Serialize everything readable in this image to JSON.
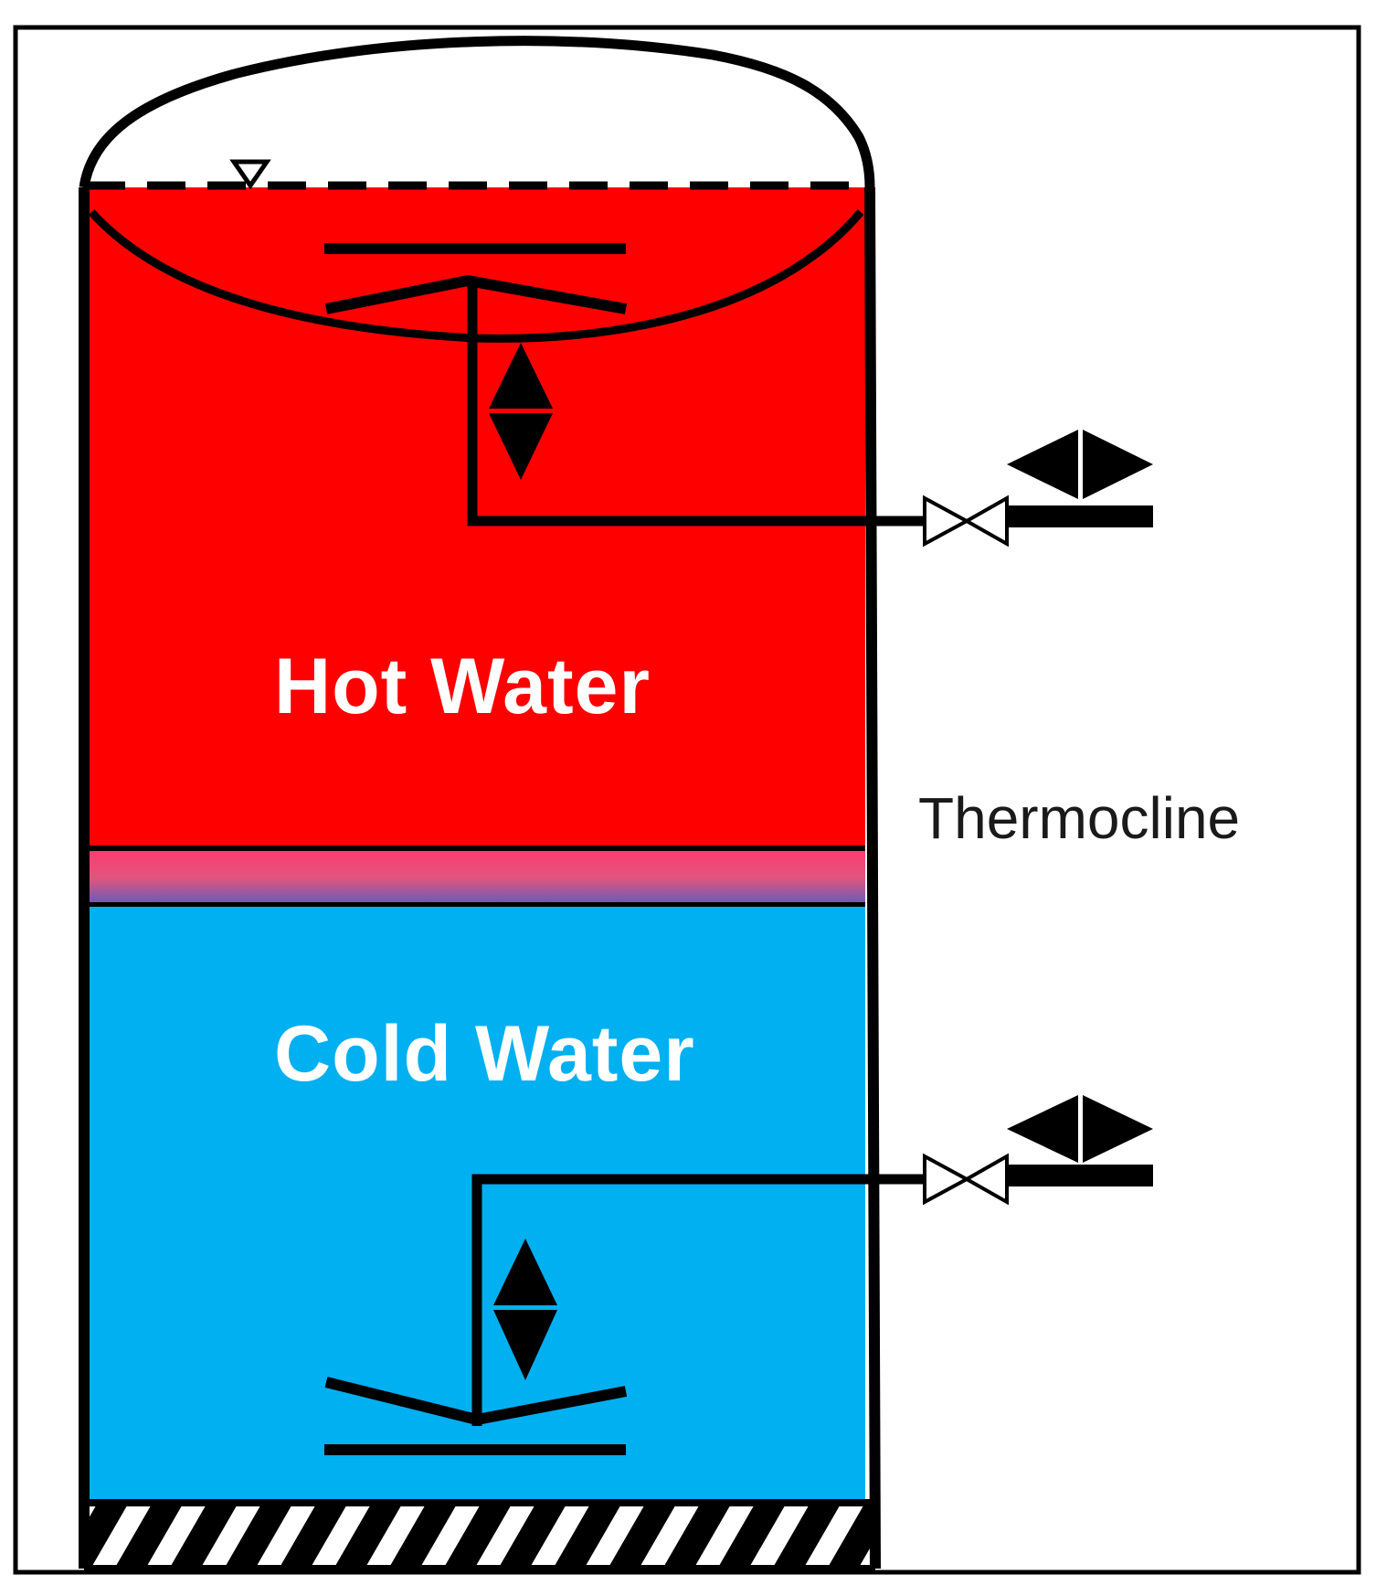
{
  "labels": {
    "hot": "Hot Water",
    "cold": "Cold Water",
    "thermocline": "Thermocline"
  },
  "colors": {
    "hot": "#ff0000",
    "cold": "#00b0f0",
    "thermocline_top": "#ff3b6e",
    "thermocline_bottom": "#6a5ab8",
    "outline": "#000000",
    "background": "#ffffff"
  },
  "icons": [
    "water-level-marker-icon",
    "flow-arrow-icon",
    "valve-icon",
    "ground-hatch-icon"
  ]
}
